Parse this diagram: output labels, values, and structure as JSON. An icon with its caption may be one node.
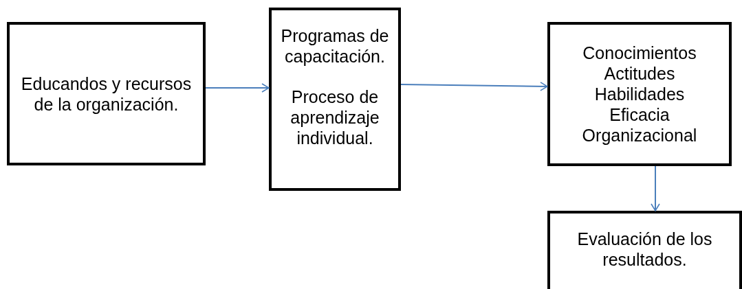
{
  "diagram": {
    "nodes": [
      {
        "text": [
          "Educandos y recursos de la organización."
        ]
      },
      {
        "text": [
          "Programas de capacitación.",
          "Proceso de aprendizaje individual."
        ]
      },
      {
        "text": [
          "Conocimientos",
          "Actitudes",
          "Habilidades",
          "Eficacia",
          "Organizacional"
        ]
      },
      {
        "text": [
          "Evaluación de los resultados."
        ]
      }
    ],
    "edges": [
      {
        "from": 0,
        "to": 1,
        "arrow": "to"
      },
      {
        "from": 1,
        "to": 2,
        "arrow": "to"
      },
      {
        "from": 2,
        "to": 3,
        "arrow": "to"
      }
    ]
  }
}
